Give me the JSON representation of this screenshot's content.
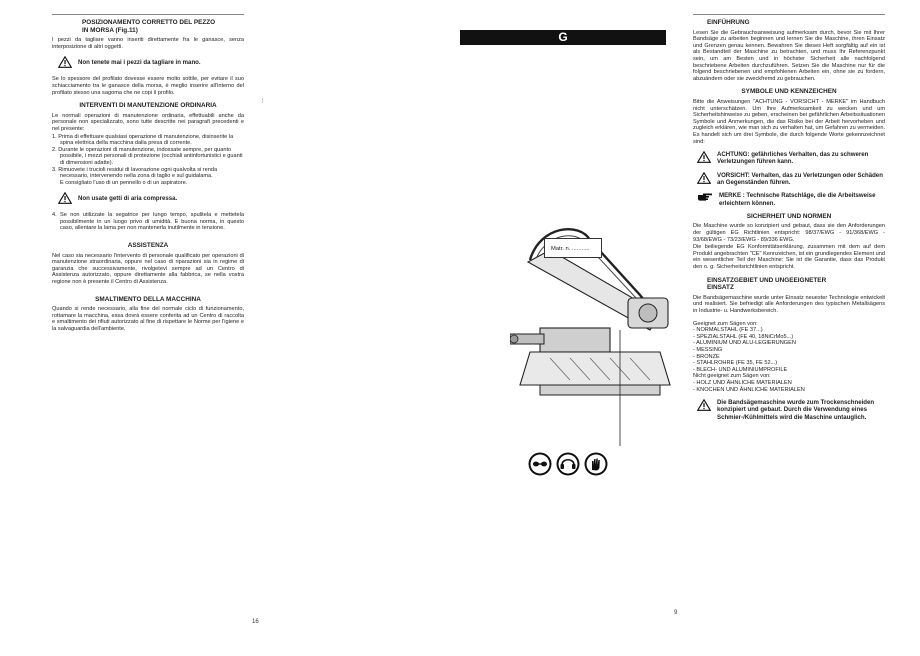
{
  "left_page": {
    "section_morsa": {
      "title_line1": "POSIZIONAMENTO CORRETTO DEL PEZZO",
      "title_line2": "IN MORSA (Fig.11)",
      "para": "I pezzi da tagliare vanno inseriti direttamente fra le ganasce, senza interposizione di altri oggetti."
    },
    "warning_1": "Non tenete mai i pezzi da tagliare in mano.",
    "para_spessore": "Se lo spessore del profilato dovesse essere molto sottile, per evitare il suo schiacciamento tra le ganasce della morsa, è meglio inserire all'interno del profilato stesso una sagoma che ne copi il profilo.",
    "section_manutenzione": {
      "title": "INTERVENTI DI MANUTENZIONE ORDINARIA",
      "intro": "Le normali operazioni di manutenzione ordinaria, effettuabili anche da personale non specializzato, sono tutte descritte nei paragrafi precedenti e nel presente:",
      "items": [
        "1. Prima di effettuare qualsiasi operazione di manutenzione, disinserite la spina elettrica della macchina dalla presa di corrente.",
        "2. Durante le operazioni di manutenzione, indossate sempre, per quanto possibile, i mezzi personali di protezione (occhiali antinfortunistici e guanti di dimensioni adatte).",
        "3. Rimuovete i trucioli residui di lavorazione ogni qualvolta si renda necessario, intervenendo nella zona di taglio e sul guidalama.",
        "E consigliato l'uso di un pennello o di un aspiratore."
      ]
    },
    "warning_2": "Non usate getti di aria compressa.",
    "item_4": "4. Se non utilizzate la segatrice per lungo tempo, spulitela e mettetela possibilmente in un luogo privo di umidità. E buona norma, in questo caso, allentare la lama per non mantenerla inutilmente in tensione.",
    "section_assistenza": {
      "title": "ASSISTENZA",
      "para": "Nel caso sia necessario l'intervento di personale qualificato per operazioni di manutenzione straordinaria, oppure nel caso di riparazioni sia in regime di garanzia che successivamente, rivolgetevi sempre ad un Centro di Assistenza autorizzato, oppure direttamente alla fabbrica, se nella vostra regione non è presente il Centro di Assistenza."
    },
    "section_smaltimento": {
      "title": "SMALTIMENTO DELLA MACCHINA",
      "para": "Quando si rende necessario, alla fine del normale ciclo di funzionamento, rottamare la macchina, essa dovrà essere conferita ad un Centro di raccolta e smaltimento dei rifiuti autorizzato al fine di rispettare le Norme per l'igiene e la salvaguardia dell'ambiente."
    },
    "page_number": "16"
  },
  "right_page": {
    "banner_letter": "G",
    "matr_label": "Matr. n. ...........",
    "section_einfuehrung": {
      "title": "EINFÜHRUNG",
      "para": "Lesen Sie die Gebrauchsanweisung aufmerksam durch, bevor Sie mit Ihrer Bandsäge zu arbeiten beginnen und lernen Sie die Maschine, ihren Einsatz und Grenzen genau kennen. Bewahren Sie dieses Heft sorgfältig auf ein ist als Bestandteil der Maschine zu betrachten, und muss Ihr Referenzpunkt sein, um am Besten und in höchster Sicherheit alle nachfolgend beschriebene Arbeiten durchzuführen. Setzen Sie die Maschine nur für die folgend beschriebenen und empfohlenen Arbeiten ein, ohne sie zu fordern, abzuändern oder sie zweckfremd zu gebrauchen."
    },
    "section_symbole": {
      "title": "SYMBOLE UND KENNZEICHEN",
      "para": "Bitte die Anweisungen \"ACHTUNG - VORSICHT - MERKE\" im Handbuch nicht unterschätzen. Um Ihre Aufmerksamkeit zu wecken und um Sicherheitshinweise zu geben, erscheinen bei gefährlichen Arbeitssituationen Symbole und Anmerkungen, die das Risiko bei der Arbeit hervorheben und zugleich erklären, wie man sich zu verhalten hat, um Gefahren zu vermeiden. Es handelt sich um drei Symbole, die durch folgende Worte gekennzeichnet sind:",
      "achtung": "ACHTUNG: gefährliches Verhalten, das zu schweren Verletzungen führen kann.",
      "vorsicht": "VORSICHT: Verhalten, das zu Verletzungen oder Schäden an Gegenständen führen.",
      "merke": "MERKE : Technische Ratschläge, die die Arbeitsweise erleichtern können."
    },
    "section_sicherheit": {
      "title": "SICHERHEIT UND NORMEN",
      "para1": "Die Maschine wurde so konzipiert und gebaut, dass sie den Anforderungen der gültigen EG Richtlinien entspricht: 98/37/EWG - 91/368/EWG - 93/68/EWG - 73/23/EWG - 89/336 EWG.",
      "para2": "Die beiliegende EG Konformitätserklärung, zusammen mit dem auf dem Produkt angebrachten \"CE\" Kennzeichen, ist ein grundlegendes Element und ein wesentlicher Teil der Maschine: Sie ist die Garantie, dass das Produkt den o. g. Sicherheitsrichtlinien entspricht."
    },
    "section_einsatz": {
      "title_line1": "EINSATZGEBIET UND UNGEEIGNETER",
      "title_line2": "EINSATZ",
      "para": "Die Bandsägemaschine wurde unter Einsatz neuester Technologie entwickelt und realisiert. Sie befriedigt alle Anforderungen des typischen Metallsägens in Industrie- u. Handwerksbereich.",
      "suitable_intro": "Geeignet zum Sägen von:",
      "suitable": [
        "- NORMALSTAHL (FE 37...)",
        "- SPEZIALSTAHL (FE 40, 18NiCrMo5...)",
        "- ALUMINIUM UND ALU-LEGIERUNGEN",
        "- MESSING",
        "- BRONZE",
        "- STAHLROHRE (FE 35, FE 52...)",
        "- BLECH- UND ALUMINIUMPROFILE"
      ],
      "unsuitable_intro": "Nicht geeignet zum Sägen von:",
      "unsuitable": [
        "- HOLZ UND ÄHNLICHE MATERIALEN",
        "- KNOCHEN UND ÄHNLICHE MATERIALEN"
      ],
      "warning": "Die Bandsägemaschine wurde zum Trockenschneiden konzipiert und gebaut. Durch die Verwendung eines Schmier-/Kühlmittels wird die Maschine untauglich."
    },
    "page_number": "9"
  },
  "icons": {
    "warning": "warning-triangle-icon",
    "hand": "pointing-hand-icon",
    "goggles": "safety-goggles-icon",
    "ear_protection": "ear-protection-icon",
    "gloves": "gloves-icon"
  }
}
